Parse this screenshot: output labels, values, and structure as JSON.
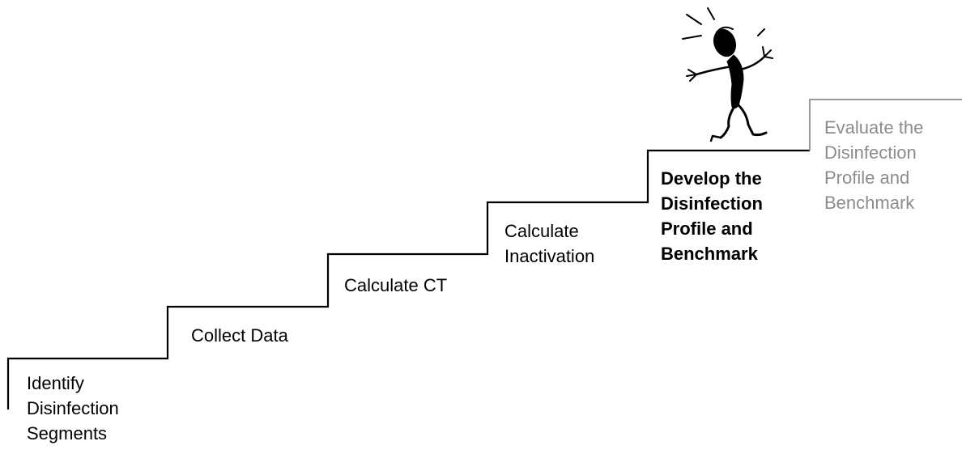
{
  "diagram": {
    "steps": [
      {
        "label": "Identify\nDisinfection\nSegments",
        "state": "done"
      },
      {
        "label": "Collect Data",
        "state": "done"
      },
      {
        "label": "Calculate CT",
        "state": "done"
      },
      {
        "label": "Calculate\nInactivation",
        "state": "done"
      },
      {
        "label": "Develop the\nDisinfection\nProfile and\nBenchmark",
        "state": "current"
      },
      {
        "label": "Evaluate the\nDisinfection\nProfile and\nBenchmark",
        "state": "future"
      }
    ],
    "colors": {
      "line": "#000000",
      "current_text": "#000000",
      "future_text": "#8c8c8c",
      "future_line": "#9a9a9a"
    },
    "figure_icon": "stick-figure-climber-icon"
  }
}
